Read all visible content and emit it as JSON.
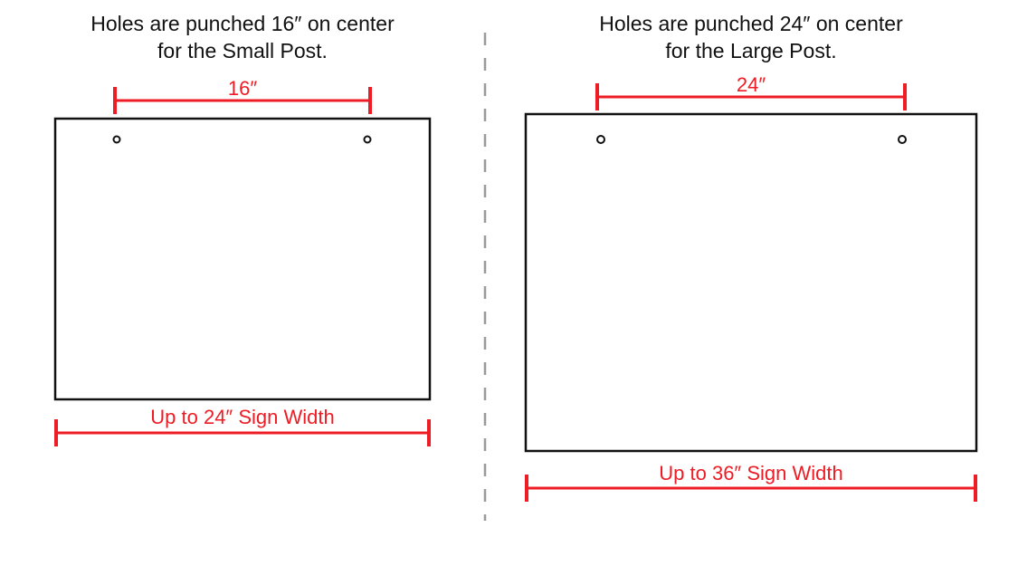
{
  "colors": {
    "dimension": "#ee1c24",
    "outline": "#111111",
    "divider": "#9a9a9a"
  },
  "small": {
    "caption_line1": "Holes are punched 16″ on center",
    "caption_line2": "for the Small Post.",
    "hole_spacing_label": "16″",
    "width_label": "Up to 24″ Sign Width"
  },
  "large": {
    "caption_line1": "Holes are punched 24″ on center",
    "caption_line2": "for the Large Post.",
    "hole_spacing_label": "24″",
    "width_label": "Up to 36″ Sign Width"
  }
}
